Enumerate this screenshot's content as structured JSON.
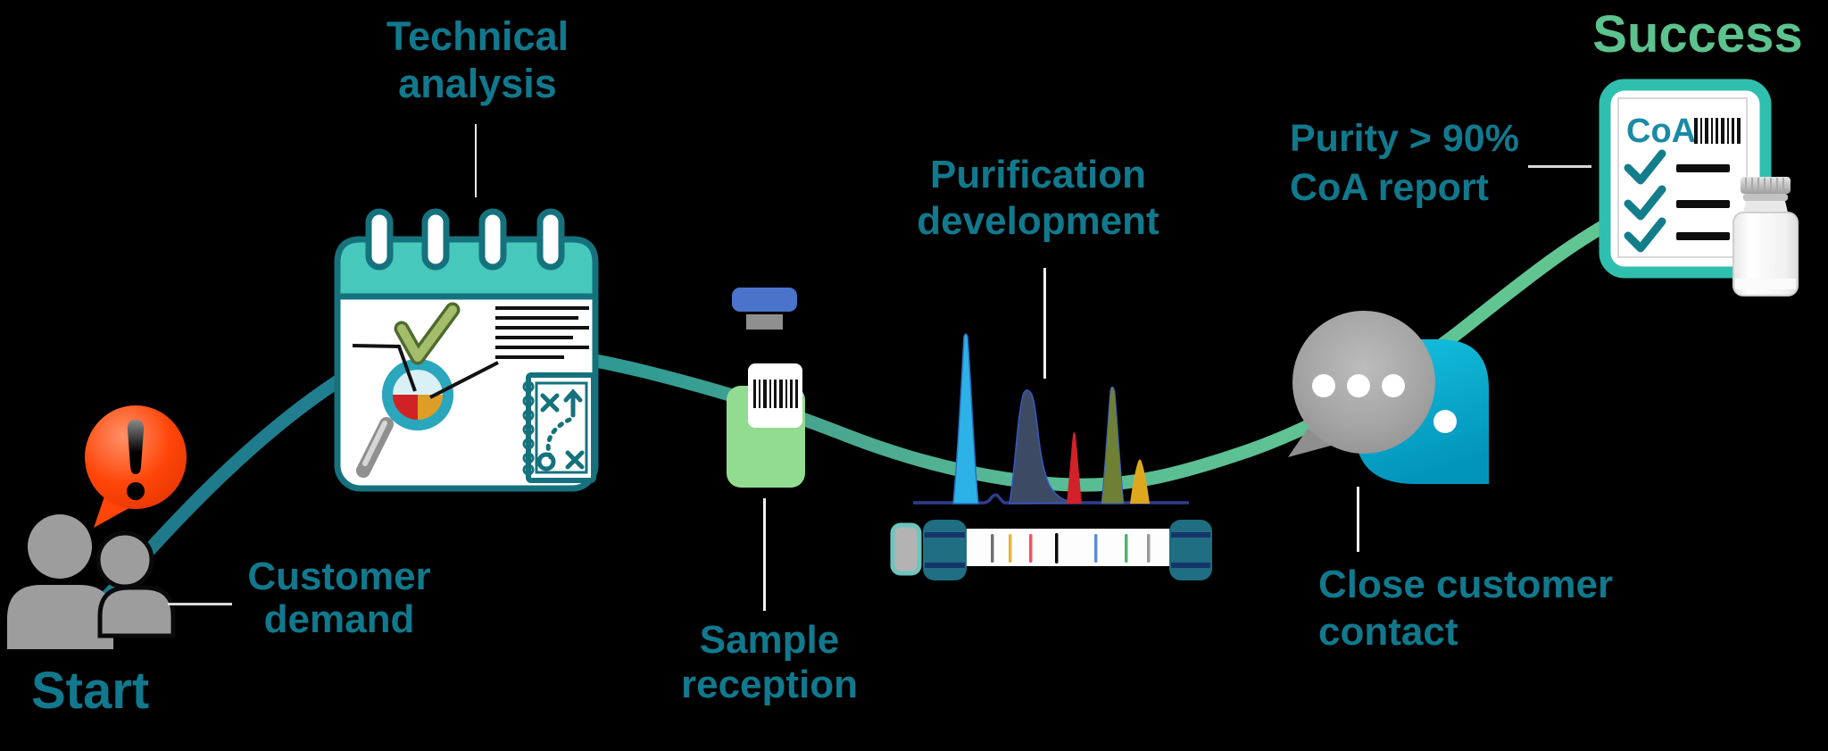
{
  "labels": {
    "start": "Start",
    "customer_demand": {
      "line1": "Customer",
      "line2": "demand"
    },
    "technical_analysis": {
      "line1": "Technical",
      "line2": "analysis"
    },
    "sample_reception": {
      "line1": "Sample",
      "line2": "reception"
    },
    "purification_development": {
      "line1": "Purification",
      "line2": "development"
    },
    "close_customer_contact": {
      "line1": "Close customer",
      "line2": "contact"
    },
    "purity_coa": {
      "line1": "Purity > 90%",
      "line2": "CoA report"
    },
    "success": "Success"
  },
  "report": {
    "coa_label": "CoA"
  },
  "colors": {
    "background": "#000000",
    "label_teal": "#11798d",
    "success_green": "#5cc28e",
    "connector_grey": "#d9d9d9",
    "curve_teal_start": "#1d7487",
    "curve_green_end": "#63c791",
    "alert_bubble_red": "#ff4508",
    "people_grey": "#9d9d9d",
    "calendar_header_teal": "#46c8bc",
    "calendar_border_teal": "#15727d",
    "sample_cap_blue": "#4a73cb",
    "sample_body_green": "#92dc92",
    "chat_bubble_grey": "#a9a9a9",
    "chat_bubble_cyan": "#0cb4d6",
    "report_frame_teal": "#2fbfae",
    "coa_text_teal": "#1b8aa5",
    "peak_blue": "#2cb2e7",
    "peak_slate": "#3c4a64",
    "peak_red": "#d22128",
    "peak_olive": "#6d8034",
    "peak_gold": "#dda81e"
  },
  "icons": {
    "start": "people-icon",
    "alert": "exclamation-speech-bubble-icon",
    "technical_analysis": "analysis-calendar-icon",
    "sample_reception": "sample-vial-icon",
    "purification_development": [
      "chromatogram-icon",
      "hplc-column-icon"
    ],
    "close_customer_contact": "chat-bubbles-icon",
    "success": [
      "coa-report-icon",
      "product-vial-icon"
    ]
  }
}
